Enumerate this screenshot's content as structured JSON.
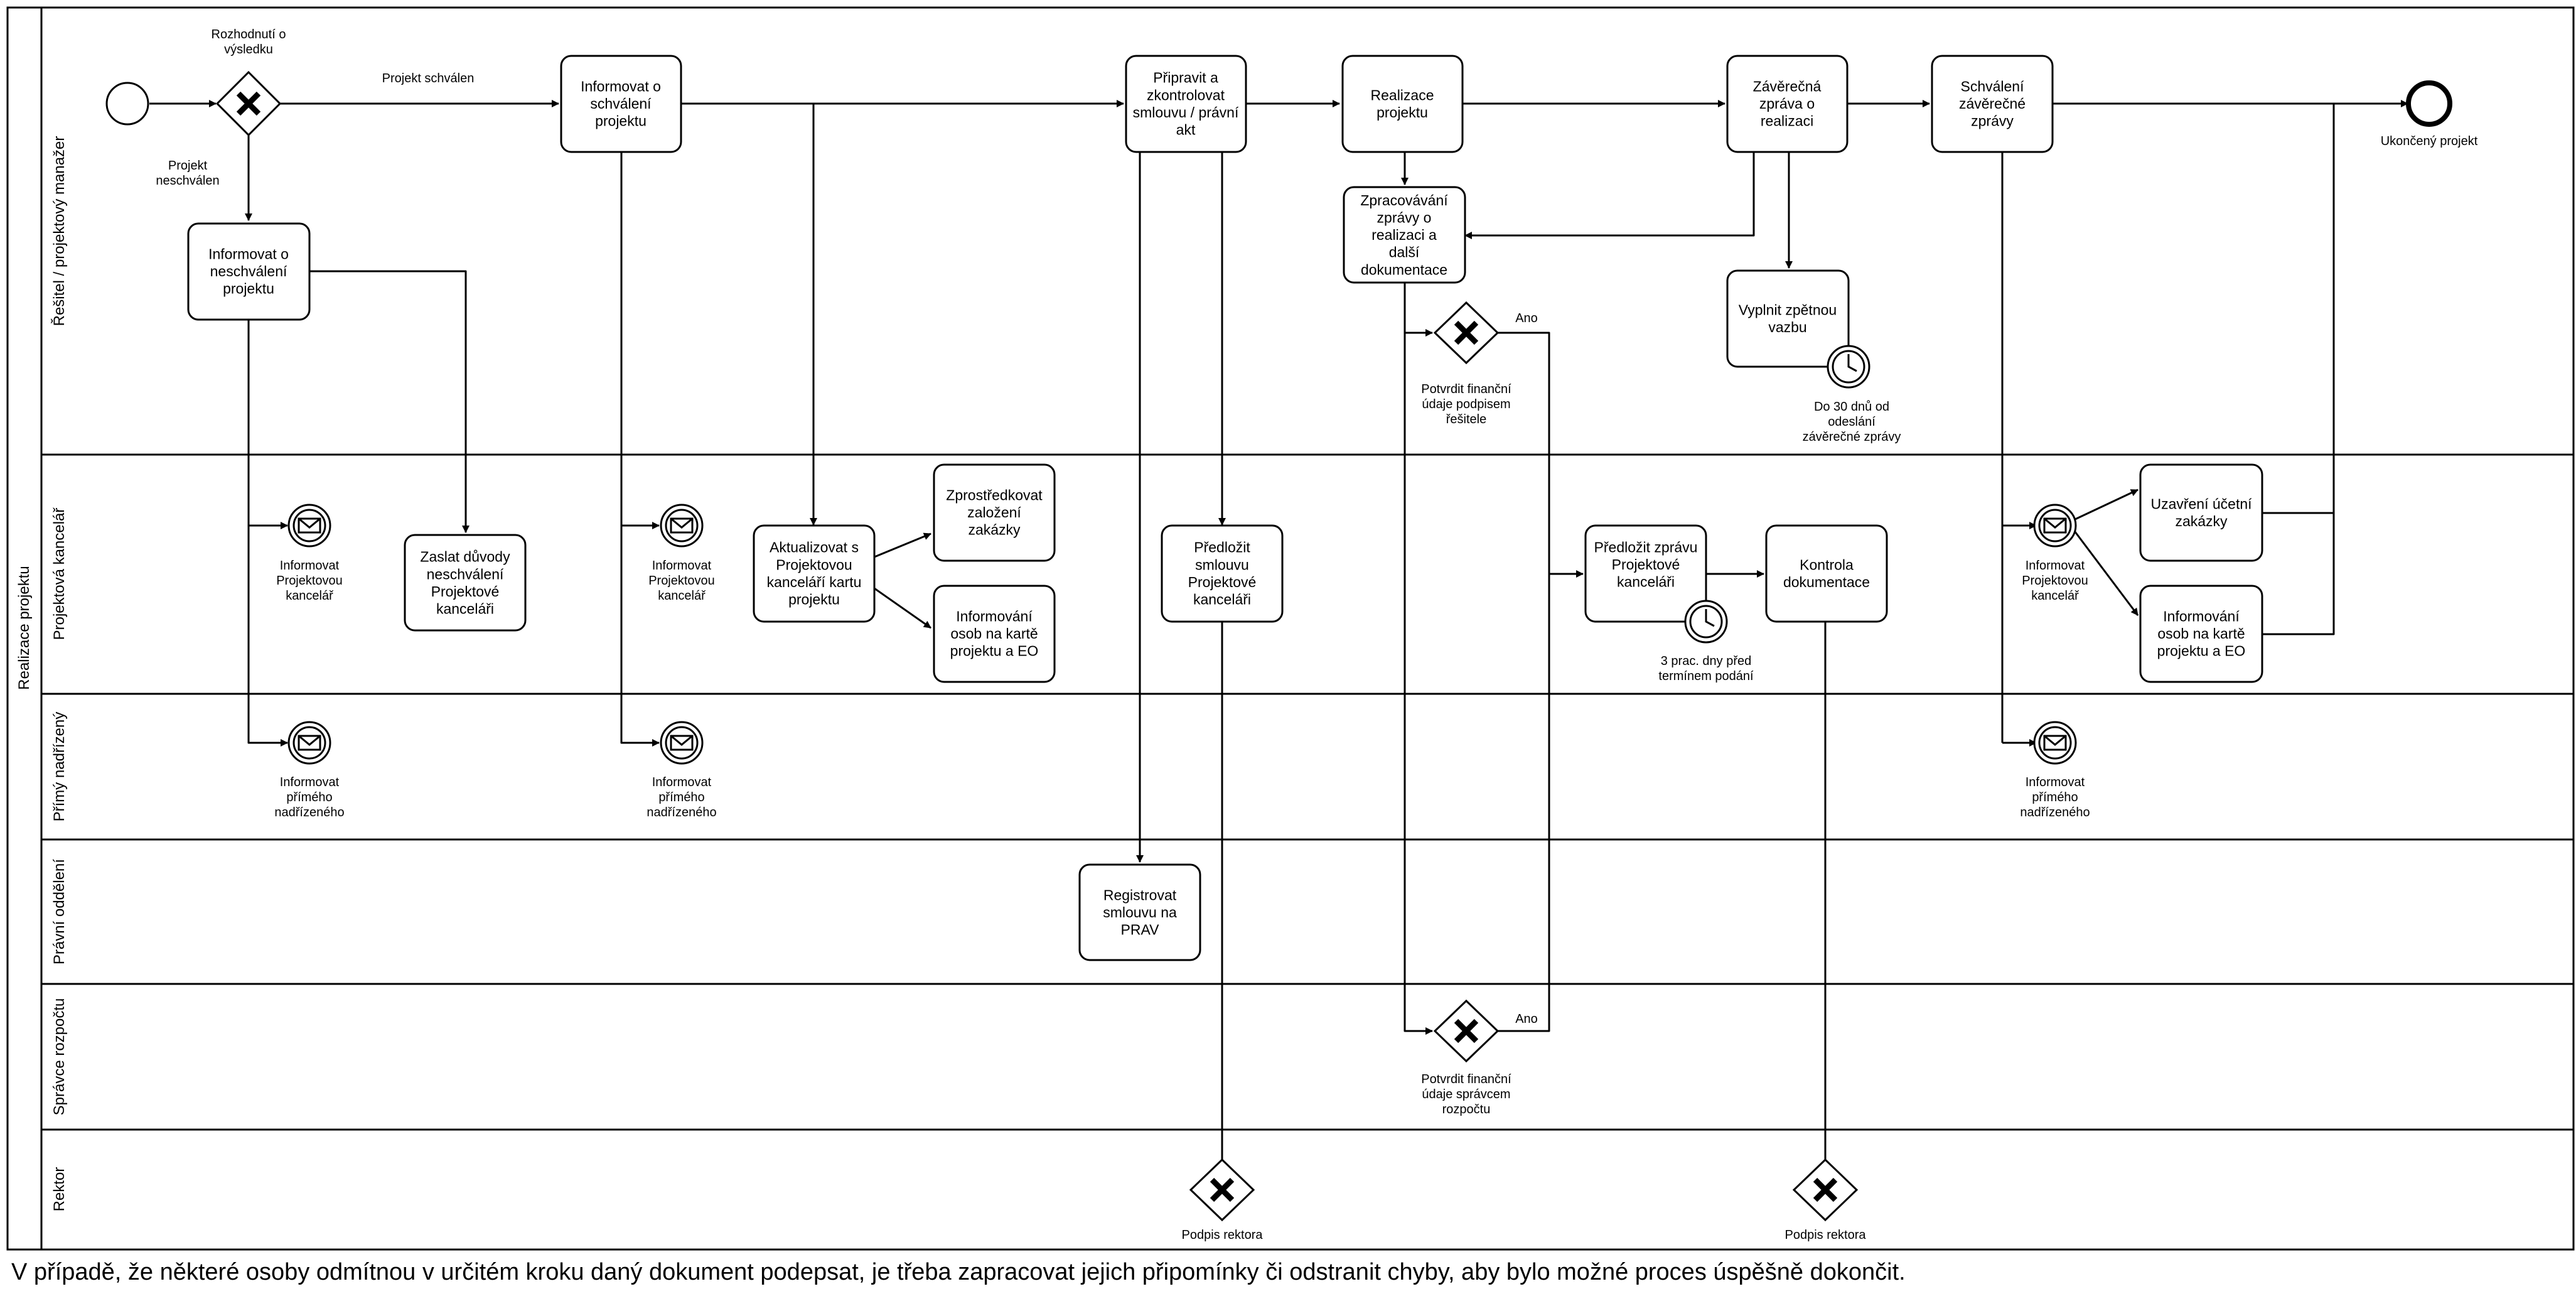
{
  "pool": {
    "label": "Realizace projektu"
  },
  "lanes": [
    {
      "key": "resitel",
      "label": "Řešitel / projektový manažer"
    },
    {
      "key": "kancelar",
      "label": "Projektová kancelář"
    },
    {
      "key": "nadrizeny",
      "label": "Přímý nadřízený"
    },
    {
      "key": "pravni",
      "label": "Právní oddělení"
    },
    {
      "key": "spravce",
      "label": "Správce rozpočtu"
    },
    {
      "key": "rektor",
      "label": "Rektor"
    }
  ],
  "tasks": {
    "informovat_schvaleni": "Informovat o|schválení|projektu",
    "informovat_neschvaleni": "Informovat o|neschválení|projektu",
    "pripravit_smlouvu": "Připravit a|zkontrolovat|smlouvu / právní|akt",
    "realizace": "Realizace|projektu",
    "zpracovani_zpravy": "Zpracovávání|zprávy o|realizaci a|další|dokumentace",
    "zaverecna_zprava": "Závěrečná|zpráva o|realizaci",
    "vyplnit_vazbu": "Vyplnit zpětnou|vazbu",
    "schvaleni_zpravy": "Schválení|závěrečné|zprávy",
    "zaslat_duvody": "Zaslat důvody|neschválení|Projektové|kanceláři",
    "aktualizovat": "Aktualizovat s|Projektovou|kanceláří kartu|projektu",
    "zprostredkovat": "Zprostředkovat|založení|zakázky",
    "informovani_osob_1": "Informování|osob na kartě|projektu a EO",
    "predlozit_smlouvu": "Předložit|smlouvu|Projektové|kanceláři",
    "predlozit_zpravu": "Předložit zprávu|Projektové|kanceláři",
    "kontrola": "Kontrola|dokumentace",
    "uzavreni": "Uzavření účetní|zakázky",
    "informovani_osob_2": "Informování|osob na kartě|projektu a EO",
    "registrovat": "Registrovat|smlouvu na|PRAV"
  },
  "labels": {
    "rozhodnuti": "Rozhodnutí o|výsledku",
    "schvalen": "Projekt schválen",
    "neschvalen": "Projekt|neschválen",
    "ukonceny": "Ukončený projekt",
    "ano_1": "Ano",
    "ano_2": "Ano",
    "potvrdit_resitel": "Potvrdit finanční|údaje podpisem|řešitele",
    "potvrdit_spravce": "Potvrdit finanční|údaje správcem|rozpočtu",
    "do_30_dnu": "Do 30 dnů od|odeslání|závěrečné zprávy",
    "tri_dny": "3 prac. dny před|termínem podání",
    "msg_kancelar_1": "Informovat|Projektovou|kancelář",
    "msg_kancelar_2": "Informovat|Projektovou|kancelář",
    "msg_kancelar_3": "Informovat|Projektovou|kancelář",
    "msg_nadrizeny_1": "Informovat|přímého|nadřízeného",
    "msg_nadrizeny_2": "Informovat|přímého|nadřízeného",
    "msg_nadrizeny_3": "Informovat|přímého|nadřízeného",
    "podpis_1": "Podpis rektora",
    "podpis_2": "Podpis rektora"
  },
  "footnote": "V případě, že některé osoby odmítnou v určitém kroku daný dokument podepsat, je třeba zapracovat jejich připomínky či odstranit chyby, aby bylo možné proces úspěšně dokončit.",
  "colors": {
    "stroke": "#000000",
    "fill": "#ffffff"
  }
}
